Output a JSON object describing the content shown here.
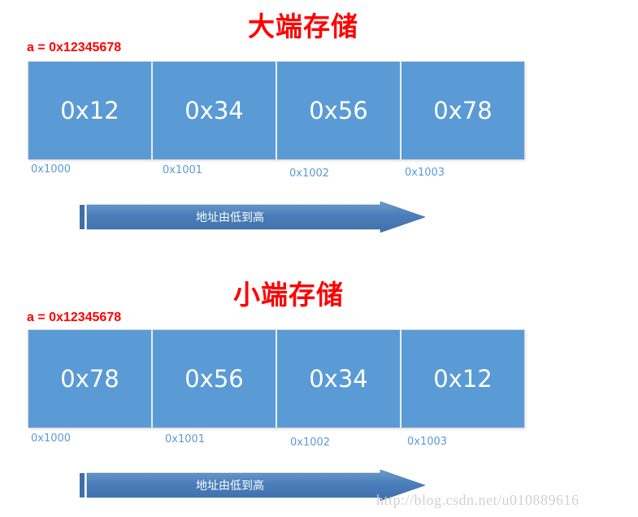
{
  "watermark": "http://blog.csdn.net/u010889616",
  "sections": [
    {
      "title": "大端存储",
      "variable": "a = 0x12345678",
      "bytes": [
        "0x12",
        "0x34",
        "0x56",
        "0x78"
      ],
      "addresses": [
        "0x1000",
        "0x1001",
        "0x1002",
        "0x1003"
      ],
      "arrow_label": "地址由低到高"
    },
    {
      "title": "小端存储",
      "variable": "a = 0x12345678",
      "bytes": [
        "0x78",
        "0x56",
        "0x34",
        "0x12"
      ],
      "addresses": [
        "0x1000",
        "0x1001",
        "0x1002",
        "0x1003"
      ],
      "arrow_label": "地址由低到高"
    }
  ],
  "colors": {
    "title": "#FF0000",
    "box_fill": "#5B9BD5",
    "box_text": "#FFFFFF",
    "address_text": "#5B9BD5",
    "arrow_fill": "#4A7EBB",
    "watermark": "#D0D0D0"
  }
}
